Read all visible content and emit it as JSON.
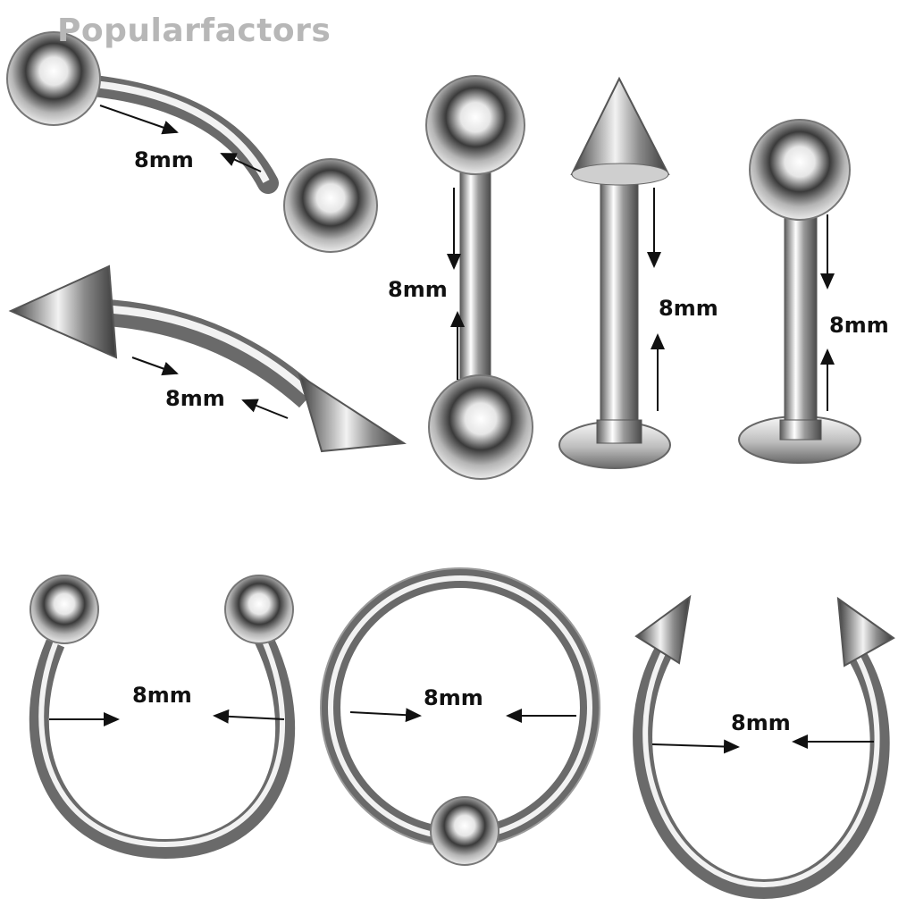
{
  "watermark": "Popularfactors",
  "labels": {
    "curved_barbell_ball": "8mm",
    "curved_barbell_spike": "8mm",
    "straight_barbell": "8mm",
    "labret_spike": "8mm",
    "labret_ball": "8mm",
    "horseshoe_ball": "8mm",
    "captive_ring": "8mm",
    "horseshoe_spike": "8mm"
  },
  "colors": {
    "metal_dark": "#2e2e2e",
    "metal_mid": "#8f8f8f",
    "metal_light": "#f4f4f4",
    "text": "#111111",
    "watermark": "#b7b7b7"
  }
}
